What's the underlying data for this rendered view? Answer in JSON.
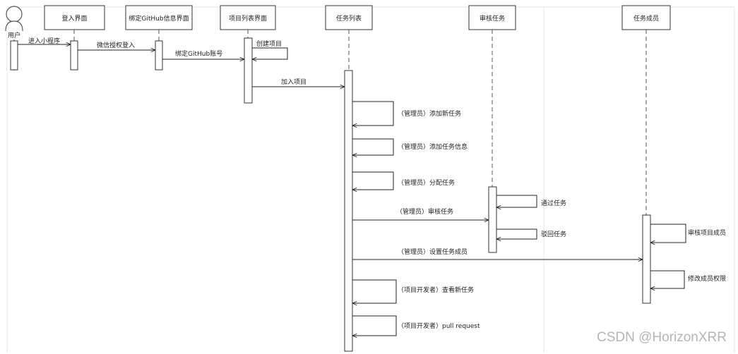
{
  "actor": {
    "label": "用户"
  },
  "participants": [
    {
      "id": "login",
      "label": "登入界面"
    },
    {
      "id": "bind",
      "label": "绑定GitHub信息界面"
    },
    {
      "id": "projects",
      "label": "项目列表界面"
    },
    {
      "id": "tasks",
      "label": "任务列表"
    },
    {
      "id": "review",
      "label": "审核任务"
    },
    {
      "id": "members",
      "label": "任务成员"
    }
  ],
  "messages": [
    {
      "from": "user",
      "to": "login",
      "label": "进入小程序"
    },
    {
      "from": "login",
      "to": "bind",
      "label": "微信授权登入"
    },
    {
      "from": "bind",
      "to": "projects",
      "label": "绑定GitHub账号"
    },
    {
      "from": "projects",
      "to": "projects",
      "label": "创建项目"
    },
    {
      "from": "projects",
      "to": "tasks",
      "label": "加入项目"
    },
    {
      "from": "tasks",
      "to": "tasks",
      "label": "（管理员）添加新任务"
    },
    {
      "from": "tasks",
      "to": "tasks",
      "label": "（管理员）添加任务信息"
    },
    {
      "from": "tasks",
      "to": "tasks",
      "label": "（管理员）分配任务"
    },
    {
      "from": "review",
      "to": "review",
      "label": "通过任务"
    },
    {
      "from": "tasks",
      "to": "review",
      "label": "（管理员）审核任务"
    },
    {
      "from": "review",
      "to": "review",
      "label": "驳回任务"
    },
    {
      "from": "tasks",
      "to": "members",
      "label": "（管理员）设置任务成员"
    },
    {
      "from": "members",
      "to": "members",
      "label": "审核项目成员"
    },
    {
      "from": "members",
      "to": "members",
      "label": "修改成员权限"
    },
    {
      "from": "tasks",
      "to": "tasks",
      "label": "（项目开发者）查看新任务"
    },
    {
      "from": "tasks",
      "to": "tasks",
      "label": "（项目开发者）pull request"
    }
  ],
  "watermark": "CSDN @HorizonXRR"
}
